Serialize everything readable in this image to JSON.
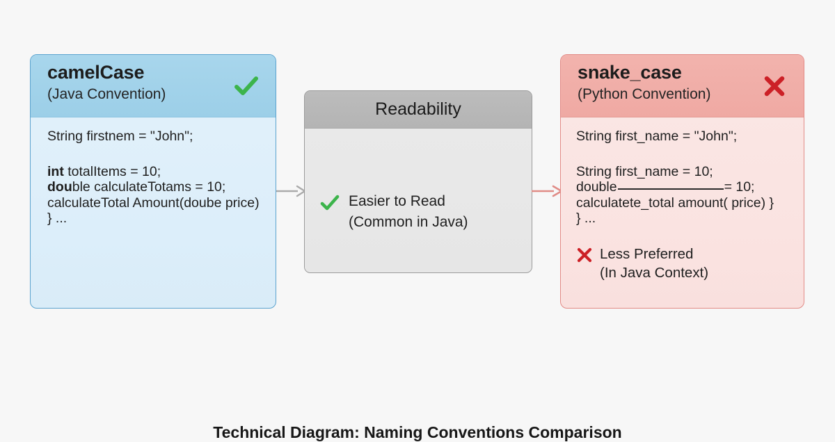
{
  "background_color": "#f7f7f7",
  "caption": "Technical Diagram: Naming Conventions Comparison",
  "colors": {
    "left_border": "#5ba3cf",
    "left_header": "#a8d6ec",
    "left_body": "#dceefa",
    "right_border": "#e28a86",
    "right_header": "#f2b3ad",
    "right_body": "#fae3e1",
    "center_border": "#9a9a9a",
    "center_header": "#b8b8b8",
    "center_body": "#e8e8e8",
    "check_green": "#3cb44b",
    "cross_red": "#cc2026",
    "arrow_left": "#aaaaaa",
    "arrow_right": "#e08b86"
  },
  "left_panel": {
    "title": "camelCase",
    "subtitle": "(Java Convention)",
    "status_icon": "check-icon",
    "code_lines": [
      {
        "id": "l1",
        "text": "String firstnem = \"John\";"
      },
      {
        "id": "l2",
        "keyword": "int",
        "rest": " totalItems = 10;"
      },
      {
        "id": "l3",
        "keyword": "dou",
        "rest": "ble calculateTotams = 10;"
      },
      {
        "id": "l4",
        "text": "calculateTotal Amount(doube price)"
      },
      {
        "id": "l5",
        "text": "} ..."
      }
    ]
  },
  "center_panel": {
    "title": "Readability",
    "note_icon": "check-icon",
    "note_line1": "Easier to Read",
    "note_line2": "(Common in Java)"
  },
  "right_panel": {
    "title": "snake_case",
    "subtitle": "(Python Convention)",
    "status_icon": "cross-icon",
    "code_lines": [
      {
        "id": "r1",
        "text": "String first_name = \"John\";"
      },
      {
        "id": "r2",
        "text": "String first_name = 10;"
      },
      {
        "id": "r3",
        "prefix": "double",
        "blank": true,
        "suffix": "= 10;"
      },
      {
        "id": "r4",
        "text": "calculatete_total amount(  price) }"
      },
      {
        "id": "r5",
        "text": "} ..."
      }
    ],
    "note_icon": "cross-icon",
    "note_line1": "Less Preferred",
    "note_line2": "(In Java Context)"
  },
  "arrows": {
    "left_to_center": "arrow-right-icon",
    "center_to_right": "arrow-right-icon"
  }
}
